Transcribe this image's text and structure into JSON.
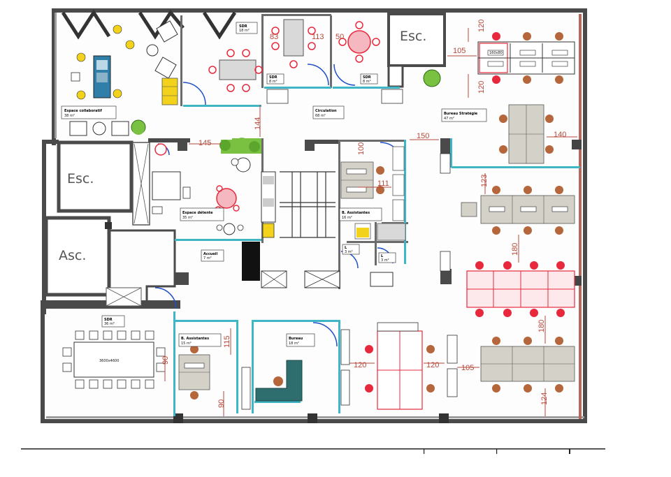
{
  "colors": {
    "wall": "#4a4a4a",
    "glass_partition": "#3fb6c6",
    "highlight_red": "#e8283c",
    "dimension_text": "#b5483a",
    "desk_fill": "#d4d1c8",
    "chair_brown": "#b5663a",
    "chair_yellow": "#f2d21a",
    "seating_blue": "#2f7fa8",
    "plant_green": "#7ac142",
    "door_arc": "#1f4fc8"
  },
  "cores": {
    "stair_top": "Esc.",
    "stair_left": "Esc.",
    "elevator": "Asc."
  },
  "rooms": {
    "collab": {
      "name": "Espace collaboratif",
      "area": "38 m²"
    },
    "meeting_a": {
      "name": "SDR",
      "area": "18 m²"
    },
    "meeting_b": {
      "name": "SDR",
      "area": "8 m²"
    },
    "meeting_c": {
      "name": "SDR",
      "area": "8 m²"
    },
    "circulation": {
      "name": "Circulation",
      "area": "68 m²"
    },
    "bureau_strategie": {
      "name": "Bureau Stratégie",
      "area": "47 m²"
    },
    "detente": {
      "name": "Espace détente",
      "area": "35 m²"
    },
    "assistantes_top": {
      "name": "B. Assistantes",
      "area": "16 m²"
    },
    "accueil": {
      "name": "Accueil",
      "area": "7 m²"
    },
    "local_a": {
      "name": "L",
      "area": "3 m²"
    },
    "local_b": {
      "name": "L",
      "area": "3 m²"
    },
    "sdr_main": {
      "name": "SDR",
      "area": "36 m²"
    },
    "assistantes_bottom": {
      "name": "B. Assistantes",
      "area": "15 m²"
    },
    "bureau": {
      "name": "Bureau",
      "area": "18 m²"
    }
  },
  "dimensions": {
    "d120_top": "120",
    "d105_top": "105",
    "d120_mid": "120",
    "d144": "144",
    "d145": "145",
    "d150": "150",
    "d140": "140",
    "d100": "100",
    "d111": "111",
    "d113": "113",
    "d83": "83",
    "d50": "50",
    "d123": "123",
    "d180_a": "180",
    "d180_b": "180",
    "d115": "115",
    "d90_left": "90",
    "d90_bottom": "90",
    "d120_desk_l": "120",
    "d120_desk_r": "120",
    "d105_bottom": "105",
    "d124": "124"
  },
  "furniture": {
    "sdr_table": "3600x4600",
    "desk_tag": "160x80"
  }
}
